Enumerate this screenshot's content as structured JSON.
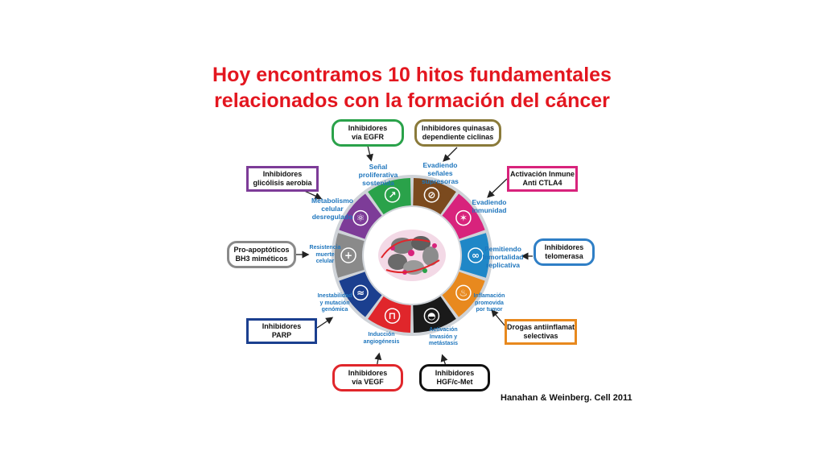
{
  "title": {
    "line1": "Hoy encontramos 10 hitos fundamentales",
    "line2": "relacionados con la formación del cáncer"
  },
  "boxes": {
    "egfr": {
      "line1": "Inhibidores",
      "line2": "vía EGFR",
      "color": "#2aa24a"
    },
    "cdk": {
      "line1": "Inhibidores quinasas",
      "line2": "dependiente ciclinas",
      "color": "#8a7a3a"
    },
    "ctla4": {
      "line1": "Activación Inmune",
      "line2": "Anti CTLA4",
      "color": "#d8237c"
    },
    "telomerasa": {
      "line1": "Inhibidores",
      "line2": "telomerasa",
      "color": "#2f7fc6"
    },
    "antiinflam": {
      "line1": "Drogas antiinflamat",
      "line2": "selectivas",
      "color": "#e8891e"
    },
    "hgf": {
      "line1": "Inhibidores",
      "line2": "HGF/c-Met",
      "color": "#111111"
    },
    "vegf": {
      "line1": "Inhibidores",
      "line2": "vía VEGF",
      "color": "#e0262b"
    },
    "parp": {
      "line1": "Inhibidores",
      "line2": "PARP",
      "color": "#1b3f8f"
    },
    "bh3": {
      "line1": "Pro-apoptóticos",
      "line2": "BH3 miméticos",
      "color": "#8a8a8a"
    },
    "glicolisis": {
      "line1": "Inhibidores",
      "line2": "glicólisis aerobia",
      "color": "#7d3c98"
    }
  },
  "labels": {
    "senal": [
      "Señal",
      "proliferativa",
      "sostenida"
    ],
    "evadiendo_senales": [
      "Evadiendo",
      "señales",
      "supresoras"
    ],
    "evadiendo_inmunidad": [
      "Evadiendo",
      "inmunidad"
    ],
    "inmortalidad": [
      "Pemitiendo",
      "Inmortalidad",
      "replicativa"
    ],
    "inflamacion": [
      "Inflamación",
      "promovida",
      "por tumor"
    ],
    "invasion": [
      "Activación",
      "Invasión y",
      "metástasis"
    ],
    "angiogenesis": [
      "Inducción",
      "angiogénesis"
    ],
    "inestabilidad": [
      "Inestabilidad",
      "y mutación",
      "genómica"
    ],
    "resistencia": [
      "Resistencia",
      "muerte",
      "celular"
    ],
    "metabolismo": [
      "Metabolismo",
      "celular",
      "desregulado"
    ]
  },
  "segments": [
    {
      "name": "senal",
      "color": "#2aa24a",
      "icon": "arrow-icon"
    },
    {
      "name": "supresores",
      "color": "#7b4a1e",
      "icon": "no-entry-icon"
    },
    {
      "name": "inmunidad",
      "color": "#d8237c",
      "icon": "immune-icon"
    },
    {
      "name": "inmortalidad",
      "color": "#1f87c7",
      "icon": "infinity-icon"
    },
    {
      "name": "inflamacion",
      "color": "#e8891e",
      "icon": "flame-icon"
    },
    {
      "name": "invasion",
      "color": "#1a1a1a",
      "icon": "ghost-icon"
    },
    {
      "name": "angiogenesis",
      "color": "#e0262b",
      "icon": "vessel-icon"
    },
    {
      "name": "inestabilidad",
      "color": "#1b3f8f",
      "icon": "dna-icon"
    },
    {
      "name": "resistencia",
      "color": "#8a8a8a",
      "icon": "plus-icon"
    },
    {
      "name": "metabolismo",
      "color": "#7d3c98",
      "icon": "atom-icon"
    }
  ],
  "citation": "Hanahan & Weinberg. Cell 2011"
}
